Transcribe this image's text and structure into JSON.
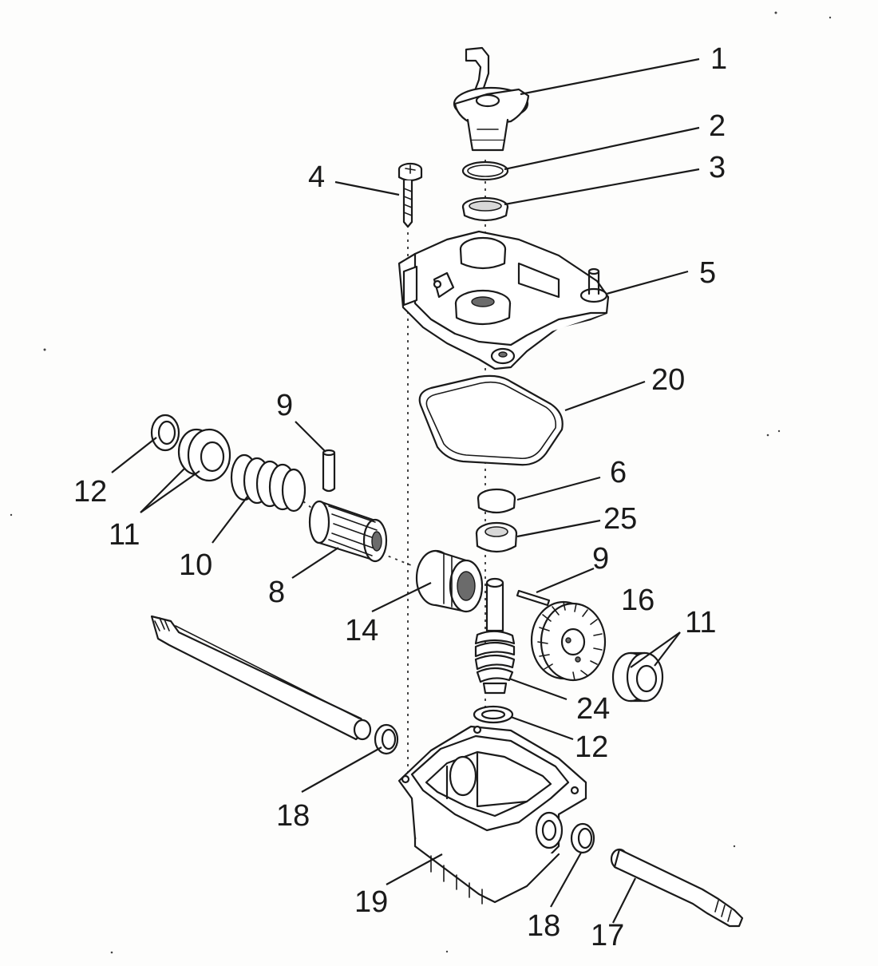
{
  "diagram": {
    "callouts": [
      {
        "id": "c1",
        "label": "1"
      },
      {
        "id": "c2",
        "label": "2"
      },
      {
        "id": "c3",
        "label": "3"
      },
      {
        "id": "c4",
        "label": "4"
      },
      {
        "id": "c5",
        "label": "5"
      },
      {
        "id": "c20",
        "label": "20"
      },
      {
        "id": "c9a",
        "label": "9"
      },
      {
        "id": "c12a",
        "label": "12"
      },
      {
        "id": "c11a",
        "label": "11"
      },
      {
        "id": "c10",
        "label": "10"
      },
      {
        "id": "c8",
        "label": "8"
      },
      {
        "id": "c6",
        "label": "6"
      },
      {
        "id": "c25",
        "label": "25"
      },
      {
        "id": "c9b",
        "label": "9"
      },
      {
        "id": "c16",
        "label": "16"
      },
      {
        "id": "c11b",
        "label": "11"
      },
      {
        "id": "c14",
        "label": "14"
      },
      {
        "id": "c24",
        "label": "24"
      },
      {
        "id": "c12b",
        "label": "12"
      },
      {
        "id": "c18a",
        "label": "18"
      },
      {
        "id": "c19",
        "label": "19"
      },
      {
        "id": "c18b",
        "label": "18"
      },
      {
        "id": "c17",
        "label": "17"
      }
    ]
  }
}
